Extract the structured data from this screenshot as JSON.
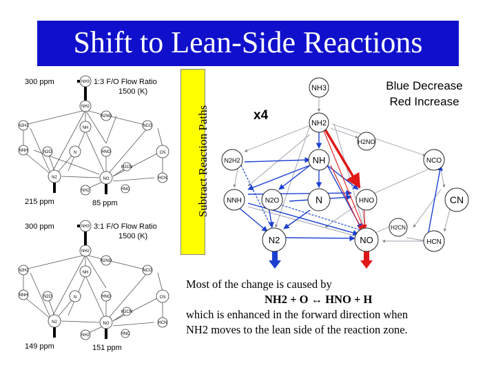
{
  "title": "Shift to Lean-Side Reactions",
  "side_label": "Subtract Reaction Paths",
  "small_panels": [
    {
      "ppm_top": "300 ppm",
      "ratio": "1:3 F/O Flow Ratio",
      "temp": "1500 (K)",
      "ppm_n2": "215 ppm",
      "ppm_no": "85 ppm"
    },
    {
      "ppm_top": "300 ppm",
      "ratio": "3:1 F/O Flow Ratio",
      "temp": "1500 (K)",
      "ppm_n2": "149 ppm",
      "ppm_no": "151 ppm"
    }
  ],
  "big_panel": {
    "multiplier": "x4",
    "legend_line1": "Blue Decrease",
    "legend_line2": "Red Increase",
    "colors": {
      "decrease": "#1a3fd0",
      "increase": "#e01818"
    }
  },
  "nodes": {
    "nh3": "NH3",
    "nh2": "NH2",
    "h2no": "H2NO",
    "n2h2": "N2H2",
    "nh": "NH",
    "nco": "NCO",
    "nnh": "NNH",
    "n2o": "N2O",
    "n": "N",
    "hno": "HNO",
    "cn": "CN",
    "h2cn": "H2CN",
    "n2": "N2",
    "no": "NO",
    "hcn": "HCN",
    "hno_small": "HNO",
    "nh2_small": "NH2"
  },
  "caption": {
    "line1": "Most of the change is caused by",
    "equation": "NH2 + O ↔ HNO + H",
    "line3": "which is enhanced in the forward direction when",
    "line4": "NH2 moves to the lean side of the reaction zone."
  }
}
